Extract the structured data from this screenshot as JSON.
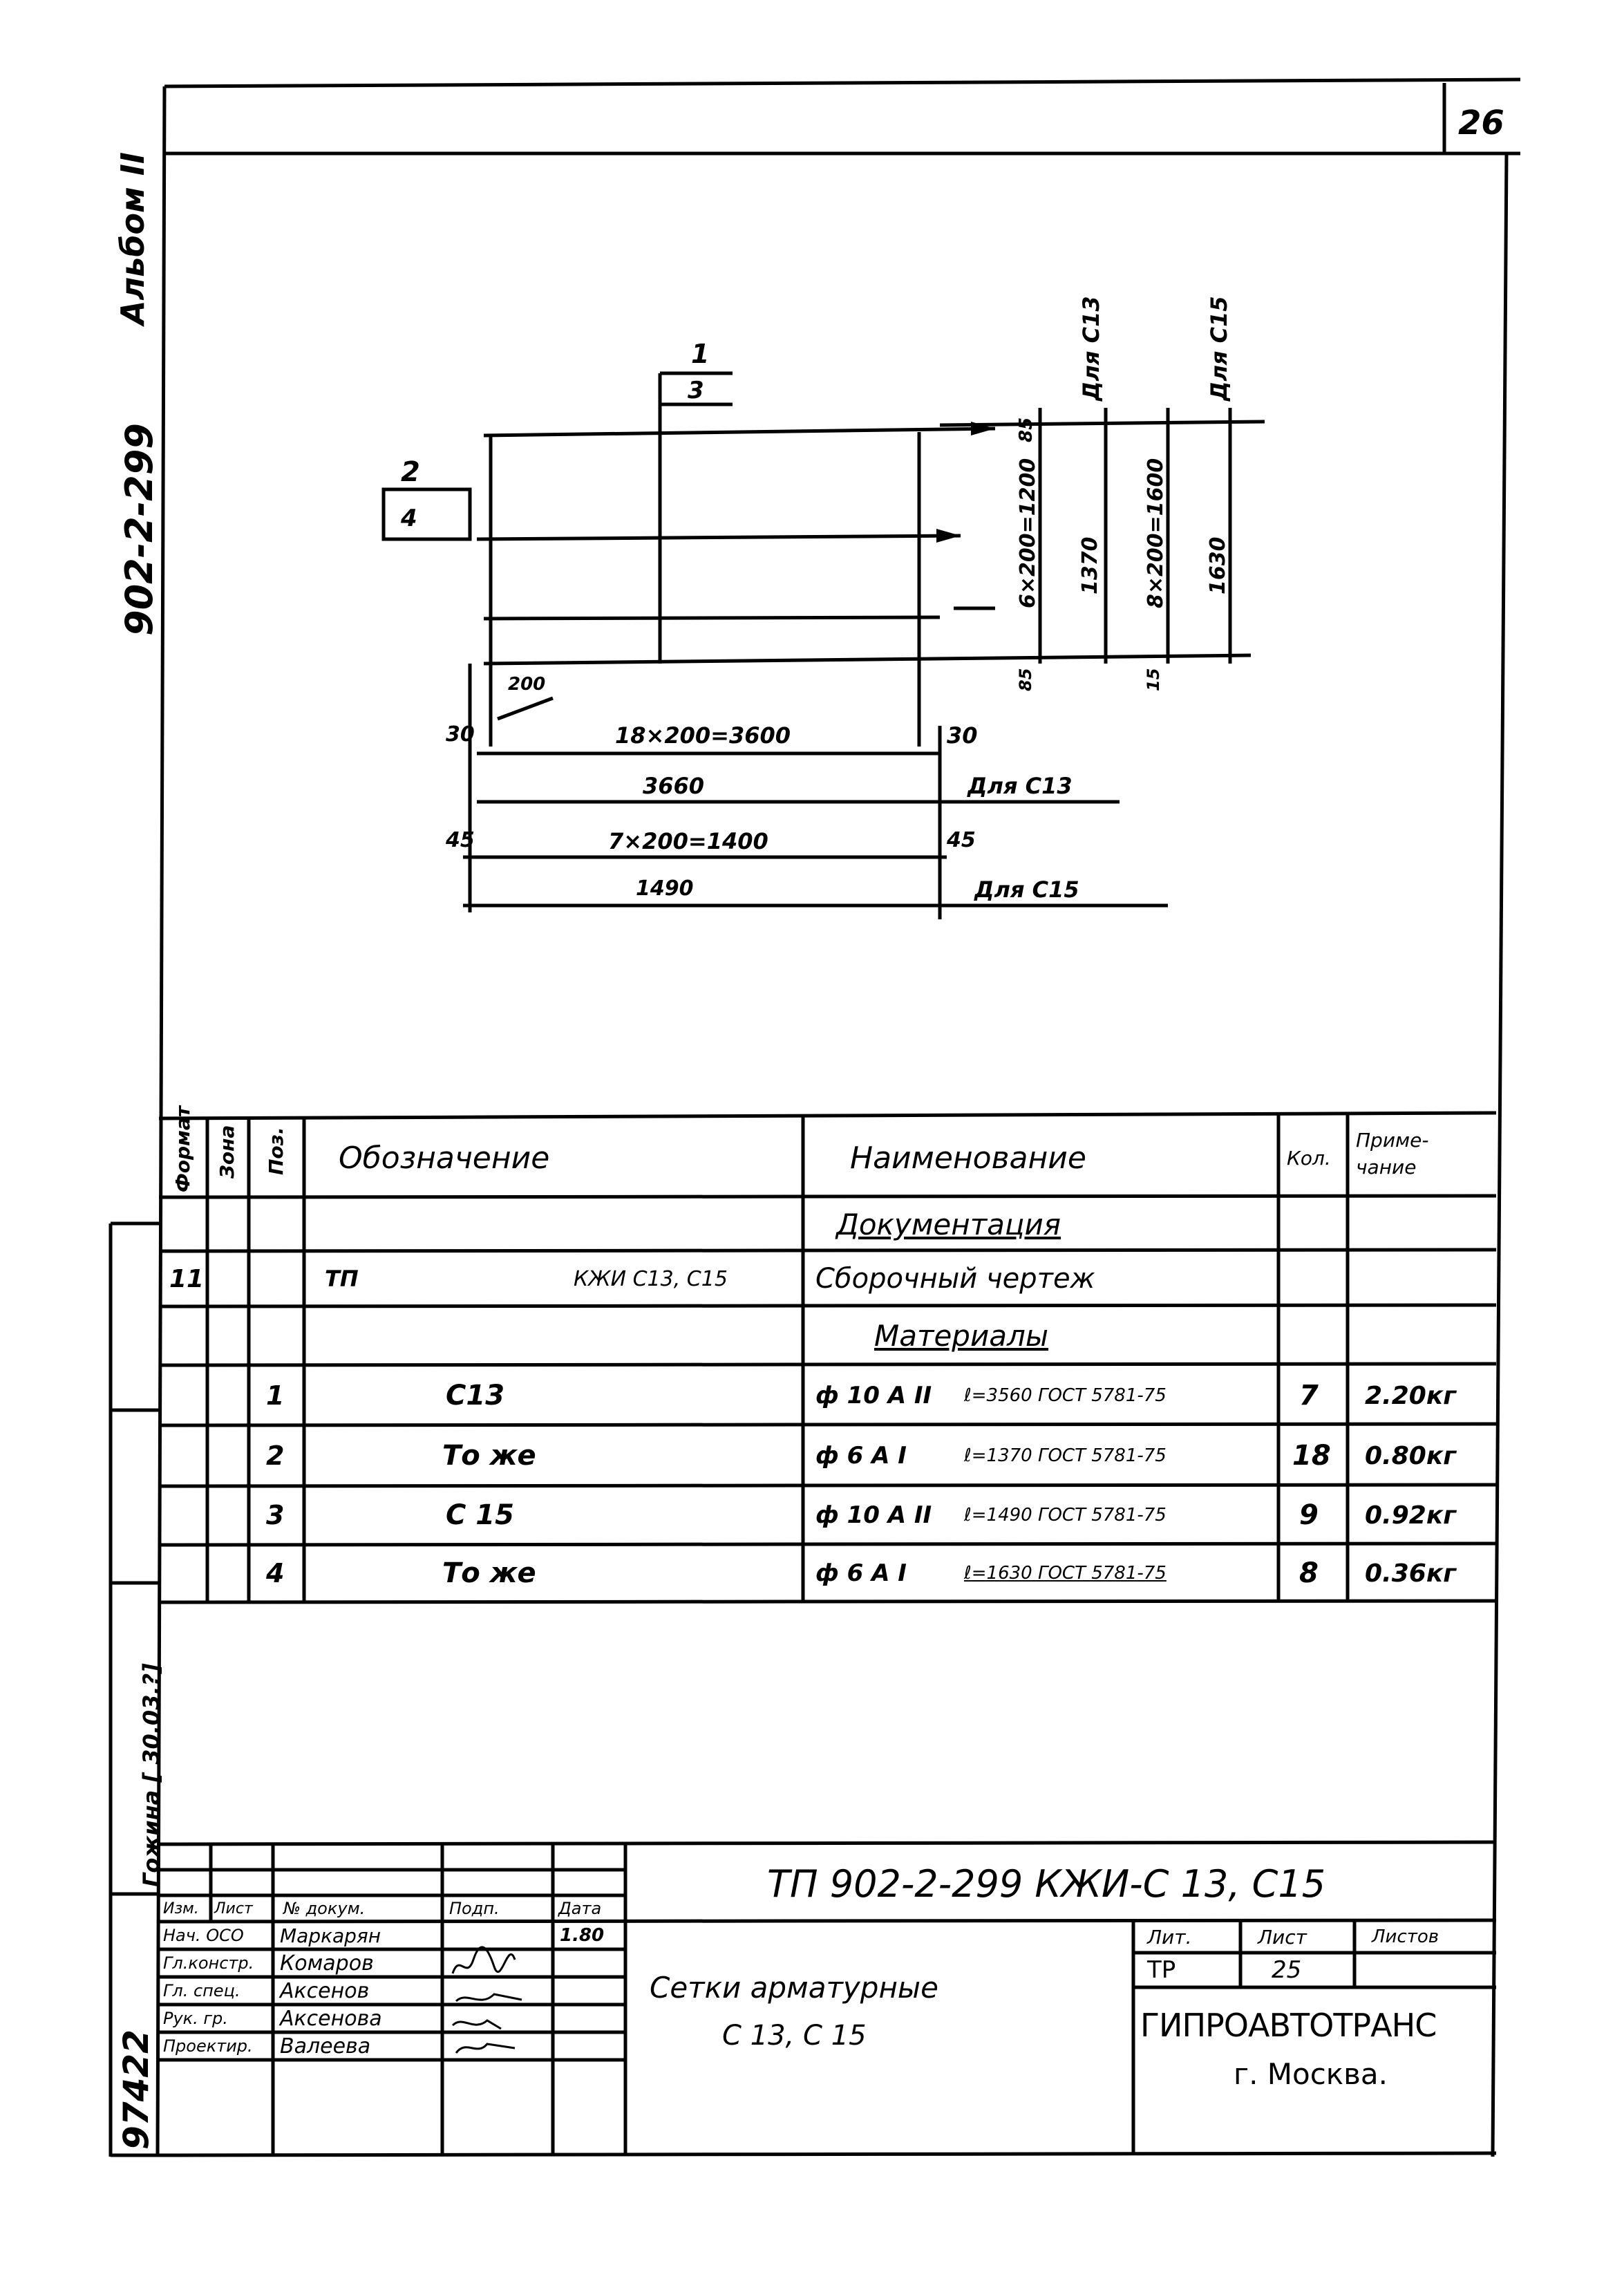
{
  "sheet": {
    "sheet_number": "26",
    "side_project": "902-2-299",
    "side_album": "Альбом II",
    "inventory_number": "97422",
    "side_stamp": "Гожина [ 30.03.?]"
  },
  "drawing": {
    "callout_top_1": "1",
    "callout_top_2": "3",
    "callout_left_1": "2",
    "callout_left_2": "4",
    "dim_top_small": "85",
    "dim_6x200": "6×200=1200",
    "dim_1370": "1370",
    "dim_8x200": "8×200=1600",
    "dim_1630": "1630",
    "dim_for_c13_v": "Для С13",
    "dim_for_c15_v": "Для С15",
    "dim_bot_small": "85",
    "dim_bot_15": "15",
    "dim_inner_200": "200",
    "dim_left_30": "30",
    "dim_18x200": "18×200=3600",
    "dim_right_30": "30",
    "dim_3660": "3660",
    "dim_for_c13_h": "Для С13",
    "dim_left_45": "45",
    "dim_7x200": "7×200=1400",
    "dim_right_45": "45",
    "dim_1490": "1490",
    "dim_for_c15_h": "Для С15"
  },
  "spec": {
    "headers": {
      "format": "Формат",
      "zone": "Зона",
      "pos": "Поз.",
      "designation": "Обозначение",
      "name": "Наименование",
      "qty": "Кол.",
      "note": "Приме-чание"
    },
    "section_docs": "Документация",
    "doc_row": {
      "format": "11",
      "designation_left": "ТП",
      "designation_right": "КЖИ С13, С15",
      "name": "Сборочный чертеж"
    },
    "section_materials": "Материалы",
    "rows": [
      {
        "pos": "1",
        "designation": "С13",
        "name_a": "ф 10 А ІІ",
        "name_b": "ℓ=3560 ГОСТ 5781-75",
        "qty": "7",
        "note": "2.20кг"
      },
      {
        "pos": "2",
        "designation": "То же",
        "name_a": "ф 6 А І",
        "name_b": "ℓ=1370 ГОСТ 5781-75",
        "qty": "18",
        "note": "0.80кг"
      },
      {
        "pos": "3",
        "designation": "С 15",
        "name_a": "ф 10 А ІІ",
        "name_b": "ℓ=1490 ГОСТ 5781-75",
        "qty": "9",
        "note": "0.92кг"
      },
      {
        "pos": "4",
        "designation": "То же",
        "name_a": "ф 6 А І",
        "name_b": "ℓ=1630 ГОСТ 5781-75",
        "qty": "8",
        "note": "0.36кг"
      }
    ]
  },
  "title_block": {
    "code": "ТП 902-2-299 КЖИ-С 13, С15",
    "doc_title_1": "Сетки арматурные",
    "doc_title_2": "С 13,  С 15",
    "col_izm": "Изм.",
    "col_list": "Лист",
    "col_ndoc": "№ докум.",
    "col_sign": "Подп.",
    "col_date": "Дата",
    "people": [
      {
        "role": "Нач. ОСО",
        "name": "Маркарян",
        "date": "1.80"
      },
      {
        "role": "Гл.констр.",
        "name": "Комаров",
        "date": ""
      },
      {
        "role": "Гл. спец.",
        "name": "Аксенов",
        "date": ""
      },
      {
        "role": "Рук. гр.",
        "name": "Аксенова",
        "date": ""
      },
      {
        "role": "Проектир.",
        "name": "Валеева",
        "date": ""
      }
    ],
    "lit_label": "Лит.",
    "sheet_label": "Лист",
    "sheets_label": "Листов",
    "lit_value": "ТР",
    "sheet_value": "25",
    "org_1": "ГИПРОАВТОТРАНС",
    "org_2": "г. Москва."
  }
}
